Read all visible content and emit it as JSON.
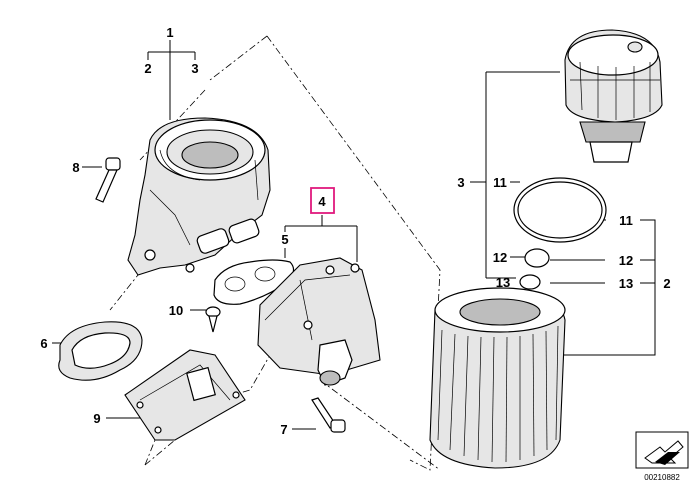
{
  "diagram": {
    "callouts": {
      "c1": "1",
      "c2": "2",
      "c3": "3",
      "c4": "4",
      "c5": "5",
      "c6": "6",
      "c7": "7",
      "c8": "8",
      "c9": "9",
      "c10": "10",
      "c3r": "3",
      "c11a": "11",
      "c11b": "11",
      "c12a": "12",
      "c12b": "12",
      "c13a": "13",
      "c13b": "13",
      "c2r": "2"
    },
    "highlighted_callout": "4",
    "highlight_color": "#e0197d",
    "reference_number": "00210882",
    "badge_icon": "arrow-icon"
  }
}
